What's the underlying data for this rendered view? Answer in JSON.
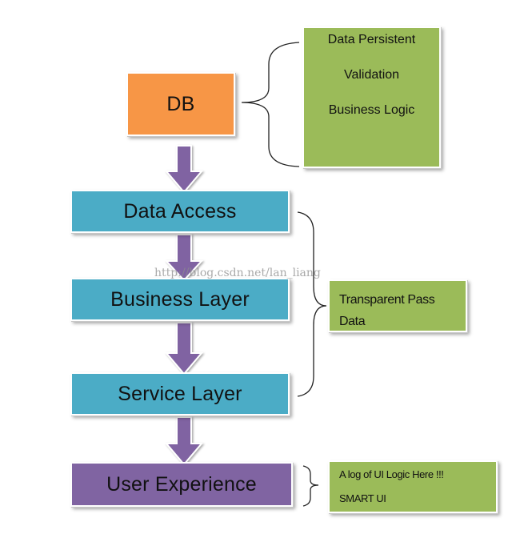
{
  "diagram": {
    "layers": {
      "db": "DB",
      "data_access": "Data Access",
      "business_layer": "Business Layer",
      "service_layer": "Service Layer",
      "user_experience": "User Experience"
    },
    "notes": {
      "db_notes": [
        "Data Persistent",
        "Validation",
        "Business Logic"
      ],
      "middle_notes": [
        "Transparent Pass",
        "Data"
      ],
      "ui_notes": [
        "A log of UI Logic Here !!!",
        "SMART UI"
      ]
    },
    "watermark": "http://blog.csdn.net/lan_liang",
    "colors": {
      "db": "#f79646",
      "middle_layers": "#4bacc6",
      "user_experience": "#8064a2",
      "notes": "#9bbb59",
      "arrows": "#8064a2"
    }
  }
}
